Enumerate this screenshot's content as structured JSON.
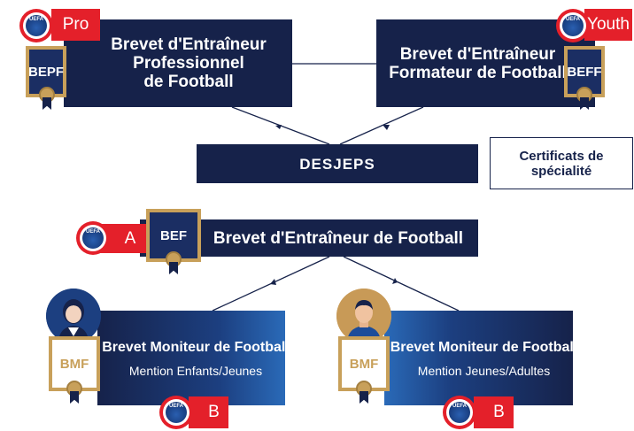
{
  "top_left": {
    "lines": [
      "Brevet d'Entraîneur",
      "Professionnel",
      "de Football"
    ],
    "badge": "BEPF",
    "tag": "Pro"
  },
  "top_right": {
    "lines": [
      "Brevet d'Entraîneur",
      "Formateur de Football"
    ],
    "badge": "BEFF",
    "tag": "Youth"
  },
  "desjeps": "DESJEPS",
  "certificats": [
    "Certificats de",
    "spécialité"
  ],
  "middle": {
    "label": "Brevet d'Entraîneur de Football",
    "badge": "BEF",
    "tag": "A"
  },
  "bottom_left": {
    "title": "Brevet Moniteur de Football",
    "subtitle": "Mention Enfants/Jeunes",
    "badge": "BMF",
    "tag": "B"
  },
  "bottom_right": {
    "title": "Brevet Moniteur de Football",
    "subtitle": "Mention Jeunes/Adultes",
    "badge": "BMF",
    "tag": "B"
  },
  "uefa_text": "UEFA",
  "colors": {
    "navy": "#16224a",
    "blue": "#2a6ab8",
    "gold": "#c8a05a",
    "red": "#e4202a"
  }
}
